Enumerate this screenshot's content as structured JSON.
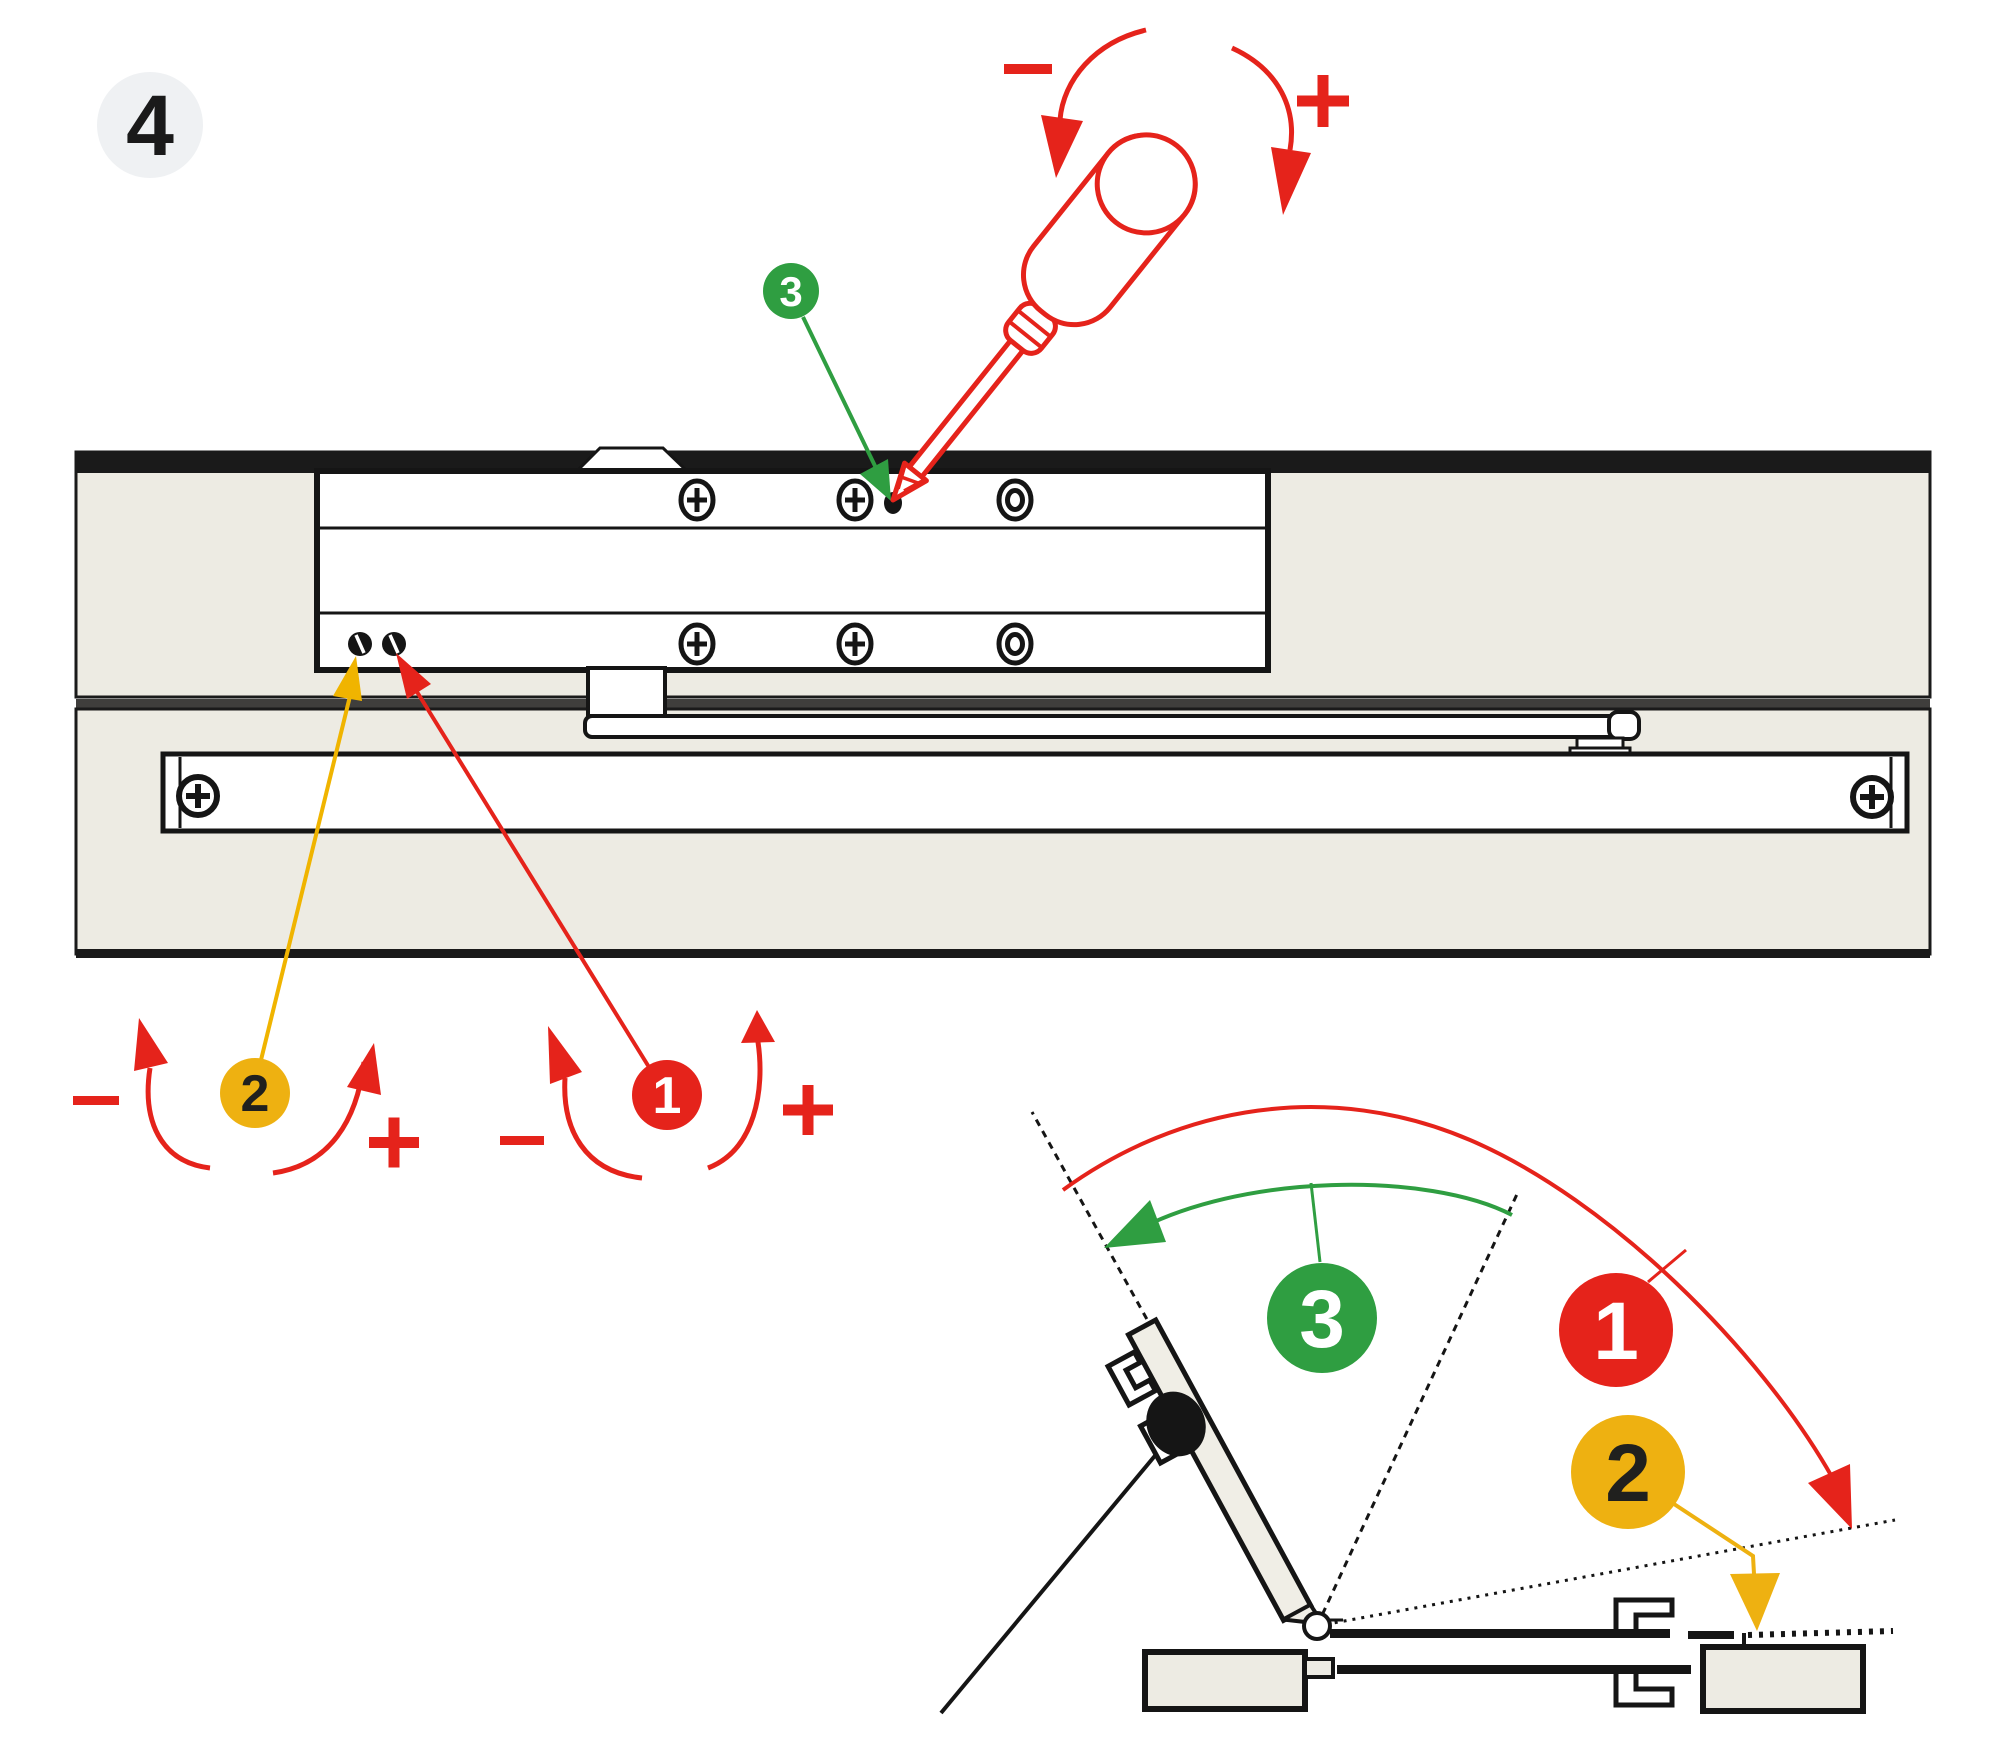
{
  "step": {
    "number": "4"
  },
  "colors": {
    "red": "#e5231b",
    "amber": "#eeb111",
    "green": "#2f9e41",
    "beige": "#edebe3",
    "outline": "#151515",
    "badge_bg": "#eff1f3",
    "panel_shadow": "#3f3e3c"
  },
  "markers": {
    "m1": {
      "label": "1",
      "color": "#e5231b",
      "text_color": "#ffffff"
    },
    "m2": {
      "label": "2",
      "color": "#eeb111",
      "text_color": "#20201e"
    },
    "m3": {
      "label": "3",
      "color": "#2f9e41",
      "text_color": "#ffffff"
    }
  },
  "symbols": {
    "minus": "−",
    "plus": "+"
  }
}
